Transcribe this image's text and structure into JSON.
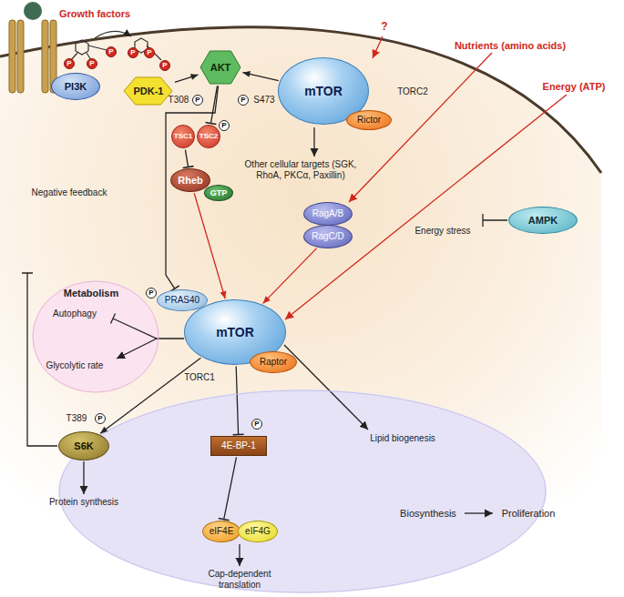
{
  "diagram": {
    "nodes": [
      {
        "text": [
          "PI3K"
        ]
      },
      {
        "text": [
          "PDK-1"
        ]
      },
      {
        "text": [
          "AKT"
        ]
      },
      {
        "text": [
          "mTOR",
          "TORC2"
        ]
      },
      {
        "text": [
          "Rictor"
        ]
      },
      {
        "text": [
          "TSC1"
        ]
      },
      {
        "text": [
          "TSC2"
        ]
      },
      {
        "text": [
          "Rheb"
        ]
      },
      {
        "text": [
          "GTP"
        ]
      },
      {
        "text": [
          "RagA/B"
        ]
      },
      {
        "text": [
          "RagC/D"
        ]
      },
      {
        "text": [
          "AMPK"
        ]
      },
      {
        "text": [
          "Metabolism",
          "Autophagy",
          "Glycolytic rate"
        ]
      },
      {
        "text": [
          "PRAS40"
        ]
      },
      {
        "text": [
          "mTOR",
          "TORC1"
        ]
      },
      {
        "text": [
          "Raptor"
        ]
      },
      {
        "text": [
          "Biosynthesis"
        ]
      },
      {
        "text": [
          "S6K"
        ],
        "in": 16
      },
      {
        "text": [
          "4E-BP-1"
        ],
        "in": 16
      },
      {
        "text": [
          "eIF4E"
        ],
        "in": 16
      },
      {
        "text": [
          "eIF4G"
        ],
        "in": 16
      }
    ],
    "edges": [
      {
        "from": 1,
        "to": 2,
        "arrow": "to"
      },
      {
        "from": 3,
        "to": 2,
        "arrow": "to"
      },
      {
        "from": 2,
        "to": 6,
        "arrow": "to"
      },
      {
        "from": 5,
        "to": 7,
        "arrow": "to"
      },
      {
        "from": 7,
        "to": 14,
        "arrow": "to"
      },
      {
        "from": 2,
        "to": 13,
        "arrow": "to"
      },
      {
        "from": 10,
        "to": 14,
        "arrow": "to"
      },
      {
        "from": 14,
        "to": 17,
        "arrow": "to"
      },
      {
        "from": 14,
        "to": 18,
        "arrow": "to"
      },
      {
        "from": 18,
        "to": 19,
        "arrow": "to"
      }
    ],
    "labels": [
      "Growth factors",
      "?",
      "Nutrients (amino acids)",
      "Energy (ATP)",
      "T308",
      "S473",
      "Other cellular targets (SGK, RhoA, PKCα, Paxillin)",
      "Negative feedback",
      "Energy stress",
      "T389",
      "Protein synthesis",
      "Lipid biogenesis",
      "Cap-dependent translation",
      "Proliferation",
      "P",
      "P",
      "P",
      "P",
      "P",
      "P",
      "P",
      "P",
      "P",
      "P",
      "P",
      "P"
    ]
  }
}
